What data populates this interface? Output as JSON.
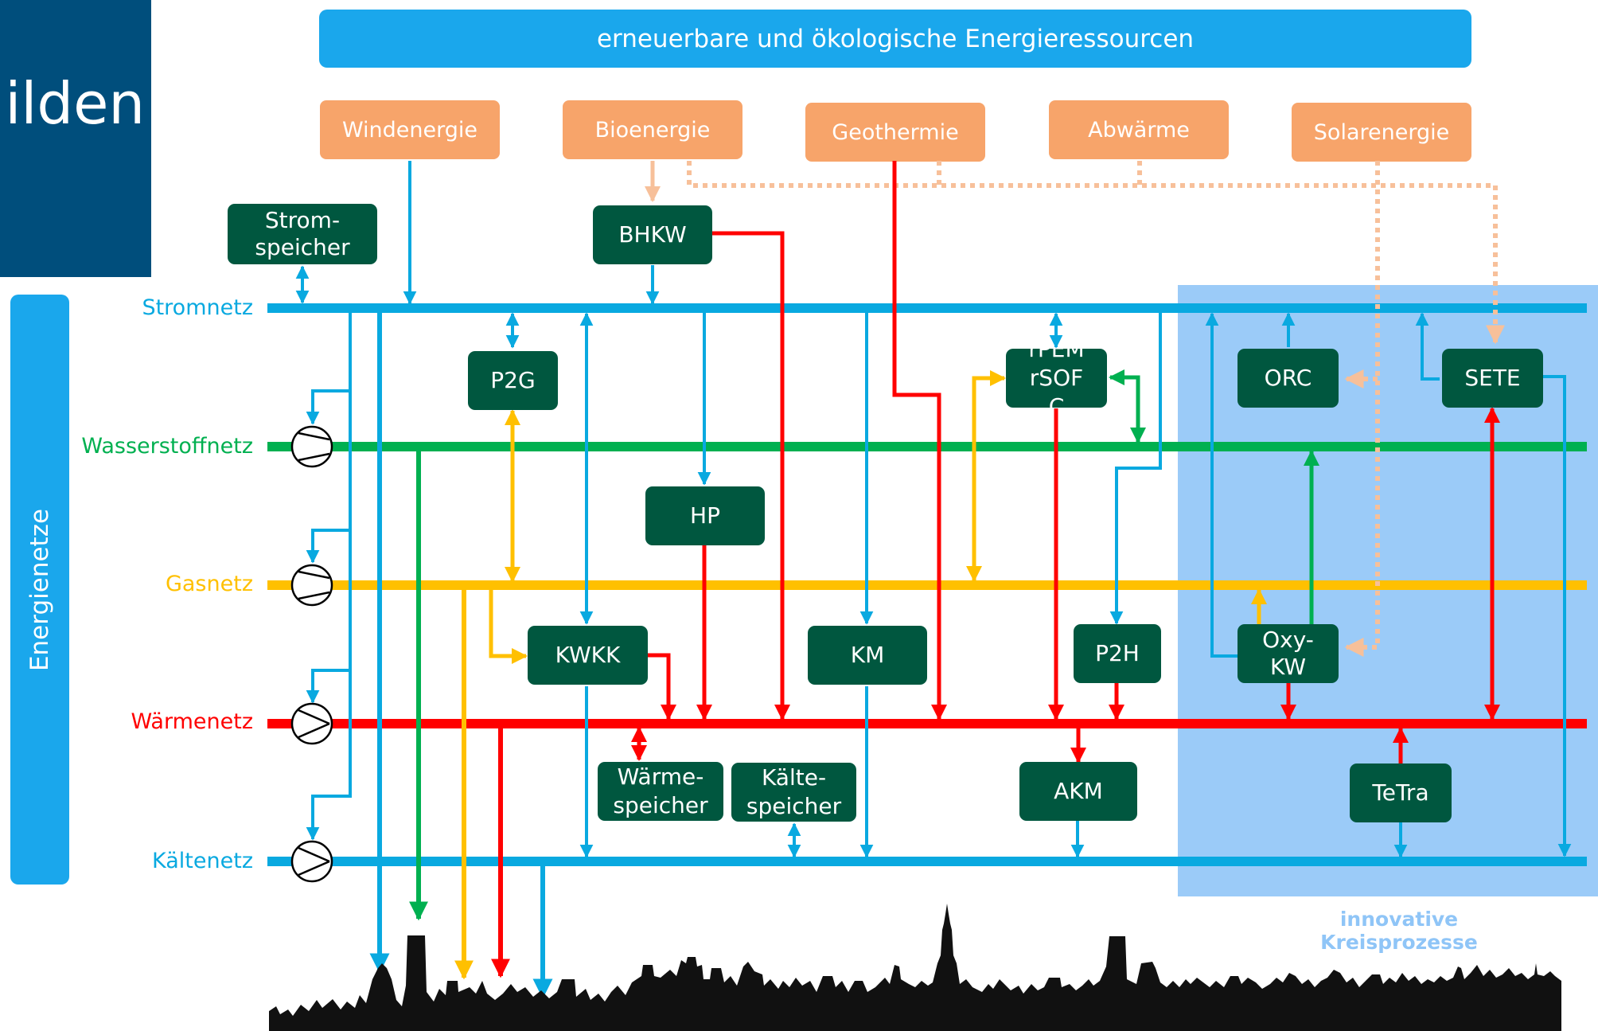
{
  "page": {
    "title_fragment": "ilden",
    "side_label": "Energienetze",
    "banner": "erneuerbare und ökologische Energieressourcen",
    "region_label": "innovative Kreisprozesse"
  },
  "sources": [
    {
      "id": "windenergie",
      "label": "Windenergie"
    },
    {
      "id": "bioenergie",
      "label": "Bioenergie"
    },
    {
      "id": "geothermie",
      "label": "Geothermie"
    },
    {
      "id": "abwaerme",
      "label": "Abwärme"
    },
    {
      "id": "solarenergie",
      "label": "Solarenergie"
    }
  ],
  "networks": [
    {
      "id": "strom",
      "label": "Stromnetz",
      "color": "#09a9e0"
    },
    {
      "id": "wasserstoff",
      "label": "Wasserstoffnetz",
      "color": "#00b050"
    },
    {
      "id": "gas",
      "label": "Gasnetz",
      "color": "#ffc000"
    },
    {
      "id": "waerme",
      "label": "Wärmenetz",
      "color": "#ff0000"
    },
    {
      "id": "kaelte",
      "label": "Kältenetz",
      "color": "#09a9e0"
    }
  ],
  "components": {
    "stromspeicher": "Strom-\nspeicher",
    "bhkw": "BHKW",
    "p2g": "P2G",
    "hp": "HP",
    "kwkk": "KWKK",
    "km": "KM",
    "rsofc": "rPEM\nrSOF\nC",
    "p2h": "P2H",
    "orc": "ORC",
    "sete": "SETE",
    "oxykw": "Oxy-\nKW",
    "waermespeicher": "Wärme-\nspeicher",
    "kaeltespeicher": "Kälte-\nspeicher",
    "akm": "AKM",
    "tetra": "TeTra"
  },
  "colors": {
    "electric": "#09a9e0",
    "hydrogen": "#00b050",
    "gas": "#ffc000",
    "heat": "#ff0000",
    "renewable": "#f7a46a",
    "component": "#00573f",
    "banner": "#1aa7ec",
    "title_box": "#004e7c",
    "innovative_region": "#9bcbf8"
  }
}
